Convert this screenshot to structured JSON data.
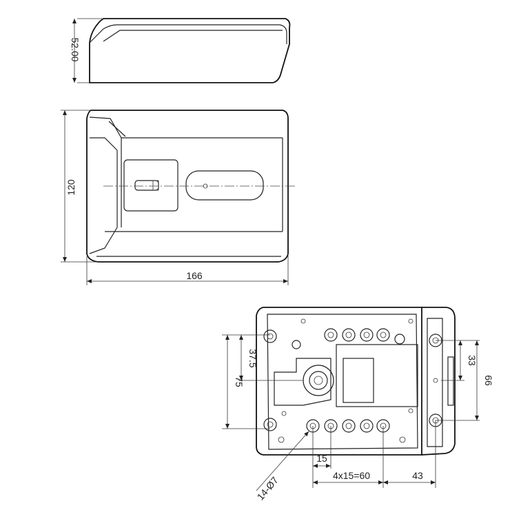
{
  "dimensions": {
    "side_height": "52.00",
    "front_height": "120",
    "front_width": "166",
    "dim_37_5": "37.5",
    "dim_75": "75",
    "dim_33": "33",
    "dim_66": "66",
    "dim_15": "15",
    "dim_4x15": "4x15=60",
    "dim_43": "43",
    "dim_holes": "14-Ø7"
  }
}
